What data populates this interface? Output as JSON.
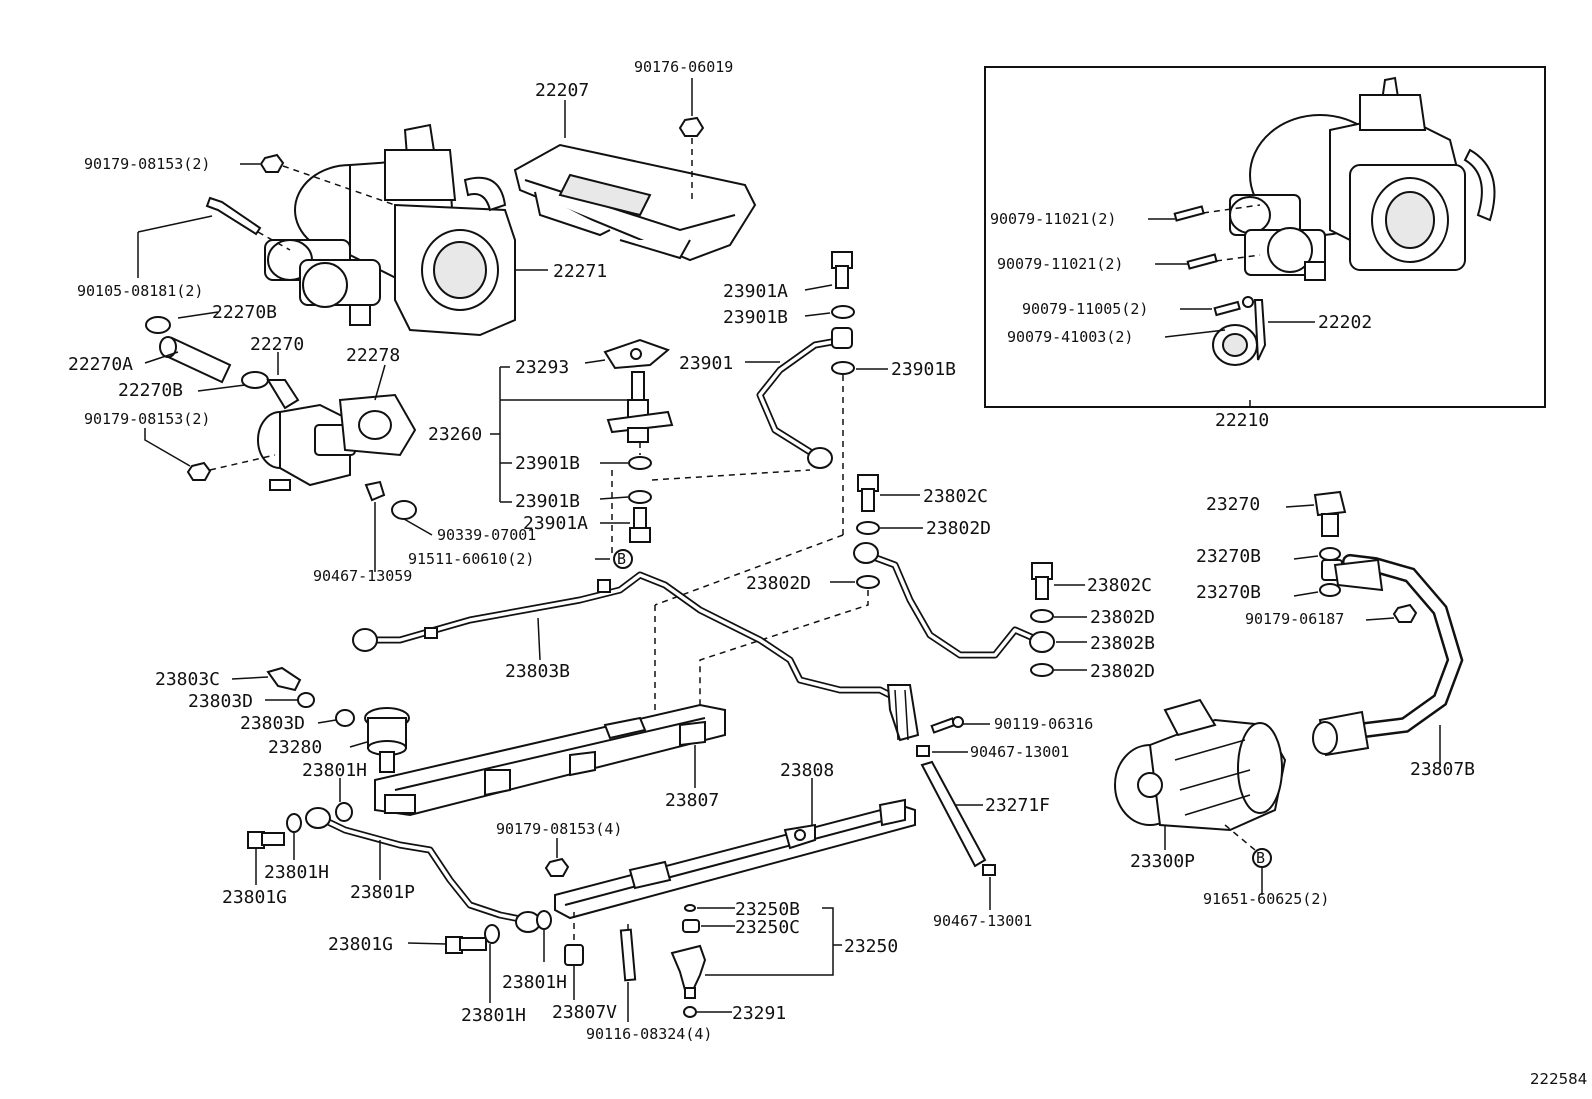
{
  "diagram_id": "222584",
  "inset": {
    "caption": "22210"
  },
  "labels": {
    "l_90176_06019": "90176-06019",
    "l_22207": "22207",
    "l_90179_08153_top": "90179-08153(2)",
    "l_90105_08181": "90105-08181(2)",
    "l_22271": "22271",
    "l_22270B_a": "22270B",
    "l_22270": "22270",
    "l_22270A": "22270A",
    "l_22270B_b": "22270B",
    "l_22278": "22278",
    "l_90179_08153_mid": "90179-08153(2)",
    "l_23293": "23293",
    "l_23260": "23260",
    "l_23901B_c": "23901B",
    "l_23901B_d": "23901B",
    "l_23901A_b": "23901A",
    "l_90339_07001": "90339-07001",
    "l_91511_60610": "91511-60610(2)",
    "l_90467_13059": "90467-13059",
    "l_23901A_a": "23901A",
    "l_23901B_a": "23901B",
    "l_23901": "23901",
    "l_23901B_b": "23901B",
    "l_23802C_a": "23802C",
    "l_23802D_a": "23802D",
    "l_23802D_b": "23802D",
    "l_23802C_b": "23802C",
    "l_23802D_c": "23802D",
    "l_23802B": "23802B",
    "l_23802D_d": "23802D",
    "l_23803B": "23803B",
    "l_23803C": "23803C",
    "l_23803D_a": "23803D",
    "l_23803D_b": "23803D",
    "l_23280": "23280",
    "l_23801H_a": "23801H",
    "l_23807": "23807",
    "l_23808": "23808",
    "l_90119_06316": "90119-06316",
    "l_90467_13001_a": "90467-13001",
    "l_23271F": "23271F",
    "l_90467_13001_b": "90467-13001",
    "l_90179_08153_bot": "90179-08153(4)",
    "l_23801H_b": "23801H",
    "l_23801G_a": "23801G",
    "l_23801P": "23801P",
    "l_23801G_b": "23801G",
    "l_23801H_c": "23801H",
    "l_23801H_d": "23801H",
    "l_23807V": "23807V",
    "l_90116_08324": "90116-08324(4)",
    "l_23250B": "23250B",
    "l_23250C": "23250C",
    "l_23250": "23250",
    "l_23291": "23291",
    "l_23270": "23270",
    "l_23270B_a": "23270B",
    "l_23270B_b": "23270B",
    "l_90179_06187": "90179-06187",
    "l_23807B": "23807B",
    "l_23300P": "23300P",
    "l_91651_60625": "91651-60625(2)",
    "l_90079_11021_a": "90079-11021(2)",
    "l_90079_11021_b": "90079-11021(2)",
    "l_90079_11005": "90079-11005(2)",
    "l_90079_41003": "90079-41003(2)",
    "l_22202": "22202"
  },
  "markers": {
    "b1": "B",
    "b2": "B"
  }
}
